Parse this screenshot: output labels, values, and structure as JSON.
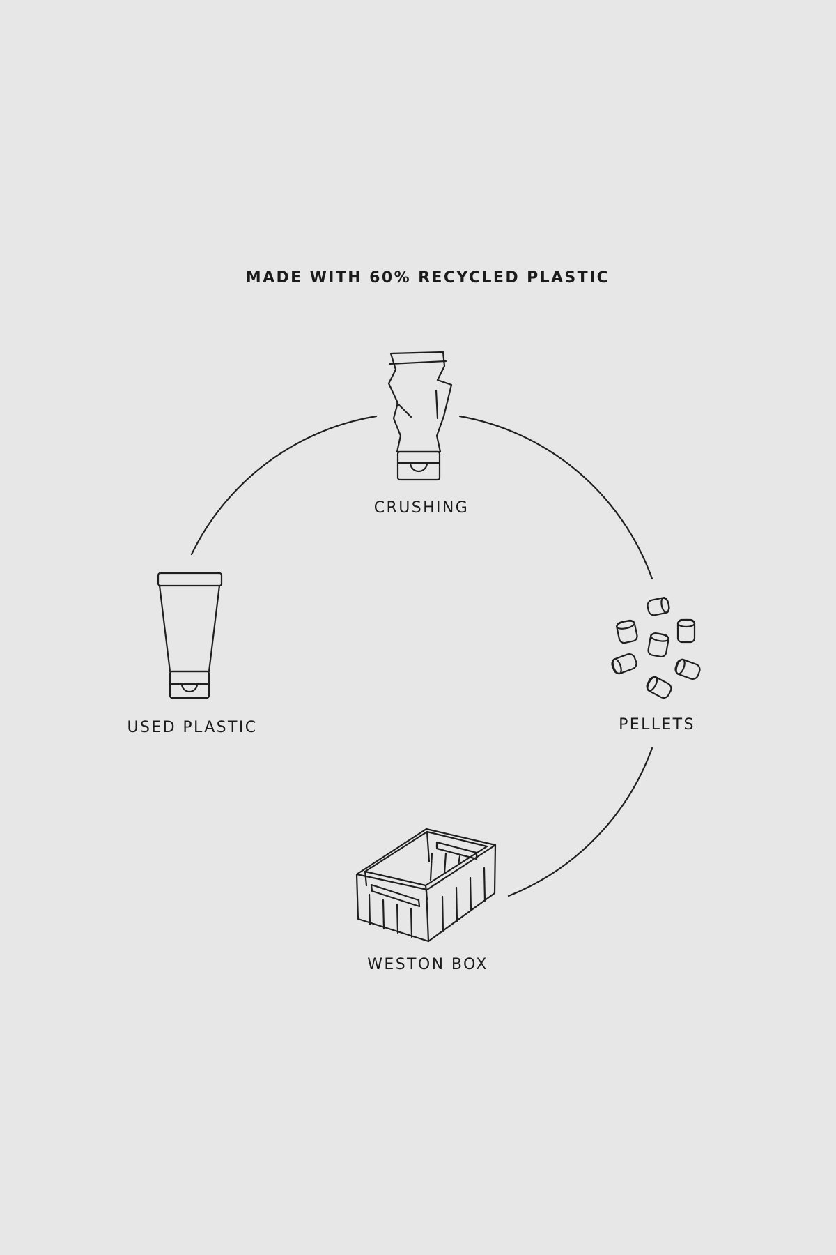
{
  "title": "MADE WITH 60% RECYCLED PLASTIC",
  "steps": [
    {
      "label": "CRUSHING",
      "icon": "crushed-tube-icon"
    },
    {
      "label": "PELLETS",
      "icon": "pellets-icon"
    },
    {
      "label": "WESTON BOX",
      "icon": "storage-crate-icon"
    },
    {
      "label": "USED PLASTIC",
      "icon": "plastic-tube-icon"
    }
  ],
  "colors": {
    "background": "#e7e7e7",
    "line": "#1f1f1f"
  }
}
